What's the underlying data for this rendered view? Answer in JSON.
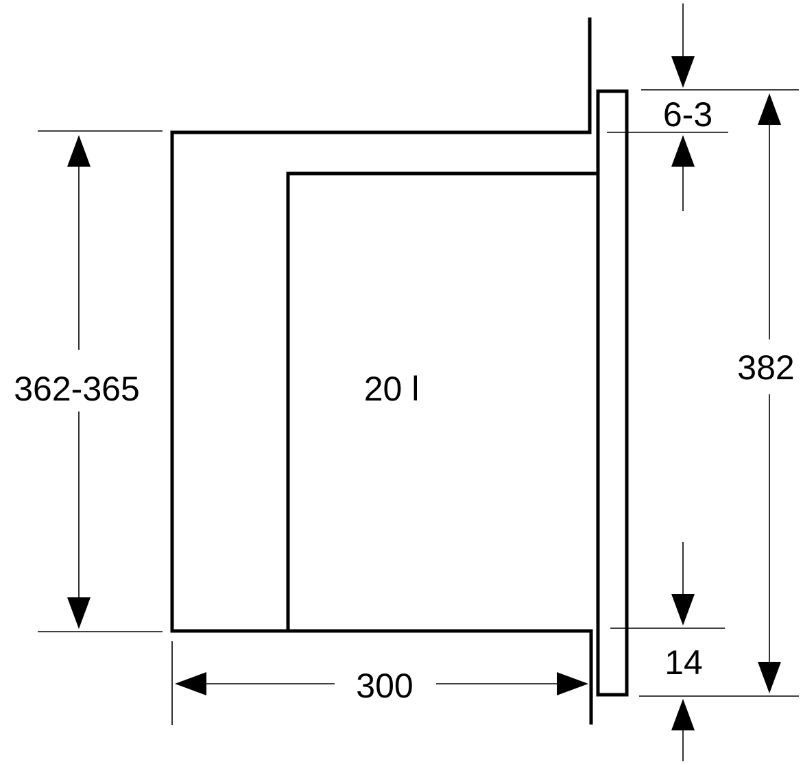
{
  "dimensions": {
    "cabinet_height": "362-365",
    "depth": "300",
    "capacity": "20 l",
    "total_height": "382",
    "top_gap": "6-3",
    "bottom_gap": "14"
  },
  "colors": {
    "line": "#000000",
    "background": "#ffffff"
  }
}
